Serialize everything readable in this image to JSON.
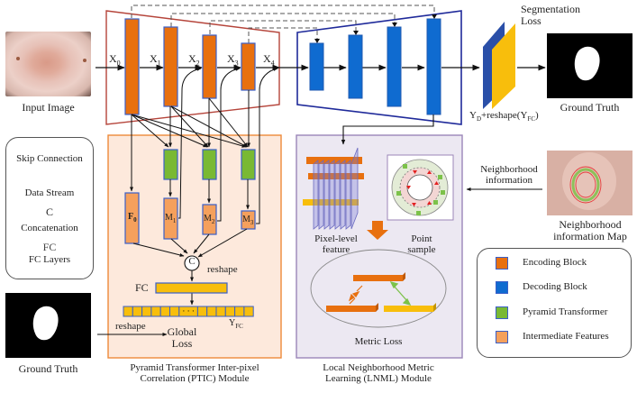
{
  "colors": {
    "encoding": "#e8700f",
    "decoding": "#0f6bd0",
    "transformer": "#79b933",
    "intermediate": "#f5a05c",
    "fc": "#f8be0c",
    "block_border": "#3a5fc8",
    "encoder_frame": "#b5443a",
    "decoder_frame": "#1f2a9a",
    "ptic_bg": "#fde9dc",
    "ptic_border": "#ee8a3a",
    "lnml_bg": "#ece8f2",
    "lnml_border": "#9b86b8"
  },
  "input": {
    "label": "Input Image"
  },
  "encoder": {
    "features": [
      "X",
      "X",
      "X",
      "X",
      "X"
    ],
    "subs": [
      "0",
      "1",
      "2",
      "3",
      "4"
    ]
  },
  "output": {
    "seg_loss": [
      "Segmentation",
      "Loss"
    ],
    "yd_label": "Y",
    "yd_sub": "D",
    "yd_mid": "+reshape(Y",
    "yfc_sub": "FC",
    "yd_end": ")",
    "gt_label": "Ground Truth"
  },
  "legend_left": {
    "items": [
      {
        "label": "Skip Connection",
        "icon": "dashed-arrow-icon"
      },
      {
        "label": "Data Stream",
        "icon": "solid-arrow-icon"
      },
      {
        "label": "Concatenation",
        "icon": "concat-c-icon",
        "symbol": "C"
      },
      {
        "label": "FC Layers",
        "icon": "fc-text-icon",
        "symbol": "FC"
      }
    ]
  },
  "ptic": {
    "f0": "F",
    "f0_sub": "0",
    "m": [
      "M",
      "M",
      "M"
    ],
    "m_subs": [
      "1",
      "2",
      "3"
    ],
    "concat_symbol": "C",
    "reshape_top": "reshape",
    "fc_label": "FC",
    "dots": "· · ·",
    "yfc": "Y",
    "yfc_sub": "FC",
    "reshape_bottom": "reshape",
    "global_loss": [
      "Global",
      "Loss"
    ],
    "caption": [
      "Pyramid Transformer Inter-pixel",
      "Correlation (PTIC) Module"
    ]
  },
  "gt_bottom": {
    "label": "Ground Truth"
  },
  "lnml": {
    "pixel_feature": [
      "Pixel-level",
      "feature"
    ],
    "point_sample": [
      "Point",
      "sample"
    ],
    "metric_loss": "Metric Loss",
    "caption": [
      "Local Neighborhood Metric",
      "Learning (LNML) Module"
    ]
  },
  "neighborhood": {
    "arrow_label": [
      "Neighborhood",
      "information"
    ],
    "map_label": [
      "Neighborhood",
      "information Map"
    ]
  },
  "legend_right": {
    "items": [
      {
        "label": "Encoding Block",
        "color_key": "encoding"
      },
      {
        "label": "Decoding Block",
        "color_key": "decoding"
      },
      {
        "label": "Pyramid Transformer",
        "color_key": "transformer"
      },
      {
        "label": "Intermediate Features",
        "color_key": "intermediate"
      }
    ]
  }
}
